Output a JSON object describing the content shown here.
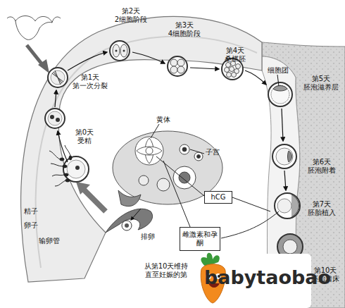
{
  "diagram": {
    "nodes": [
      {
        "text": [
          "hCG"
        ]
      },
      {
        "text": [
          "雌激素和孕酮"
        ]
      }
    ],
    "labels": [
      "第2天 2细胞阶段",
      "第3天 4细胞阶段",
      "第4天 桑椹胚",
      "细胞团",
      "第5天 胚泡滋养层",
      "第1天 第一次分裂",
      "第0天 受精",
      "黄体",
      "子宫",
      "第6天 胚泡附着",
      "第7天 胚胎植入",
      "精子",
      "卵子",
      "输卵管",
      "排卵",
      "第10天 胚胎着床",
      "从第10天维持 直至妊娠的第",
      "babytaobao"
    ]
  }
}
